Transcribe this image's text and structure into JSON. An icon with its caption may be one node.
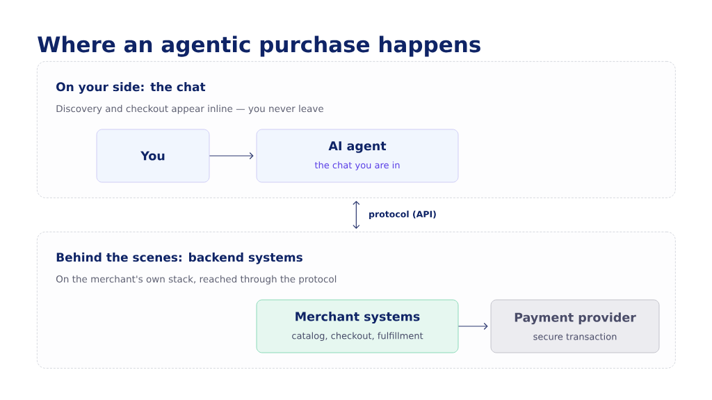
{
  "diagram": {
    "title": "Where an agentic purchase happens",
    "nodes": [
      {
        "text": [
          "On your side: the chat",
          "Discovery and checkout appear inline — you never leave"
        ]
      },
      {
        "text": [
          "You"
        ],
        "in": 0
      },
      {
        "text": [
          "AI agent",
          "the chat you are in"
        ],
        "in": 0
      },
      {
        "text": [
          "Behind the scenes: backend systems",
          "On the merchant's own stack, reached through the protocol"
        ]
      },
      {
        "text": [
          "Merchant systems",
          "catalog, checkout, fulfillment"
        ],
        "in": 3
      },
      {
        "text": [
          "Payment provider",
          "secure transaction"
        ],
        "in": 3
      }
    ],
    "edges": [
      {
        "from": 1,
        "to": 2,
        "arrow": "to"
      },
      {
        "from": 0,
        "to": 3,
        "arrow": "both",
        "label": "protocol (API)"
      },
      {
        "from": 4,
        "to": 5,
        "arrow": "to"
      }
    ]
  }
}
